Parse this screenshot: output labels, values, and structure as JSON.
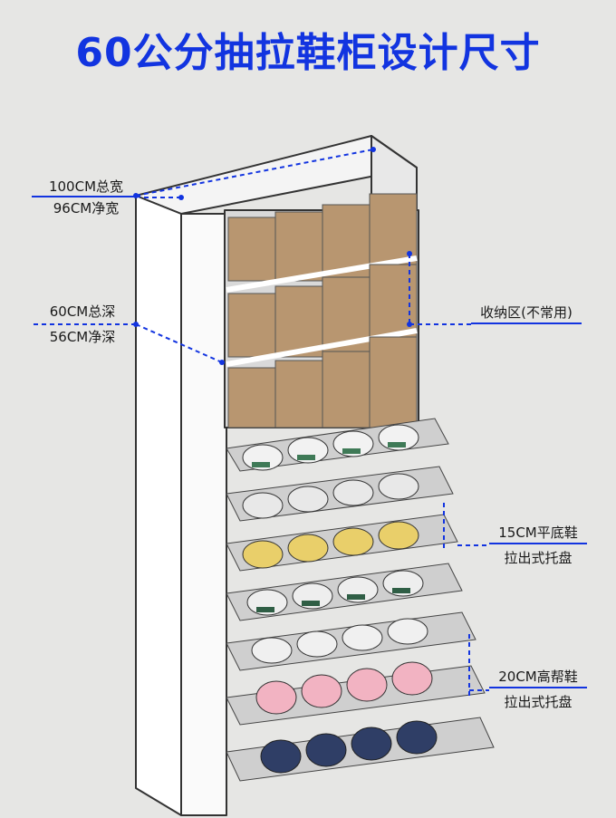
{
  "title": "60公分抽拉鞋柜设计尺寸",
  "labels": {
    "total_width": "100CM总宽",
    "net_width": "96CM净宽",
    "total_depth": "60CM总深",
    "net_depth": "56CM净深",
    "storage_zone": "收纳区(不常用)",
    "flat_shoes": "15CM平底鞋",
    "flat_tray": "拉出式托盘",
    "high_top": "20CM高帮鞋",
    "high_tray": "拉出式托盘"
  },
  "colors": {
    "accent": "#1234e0",
    "box": "#b89670",
    "cabinet": "#ffffff"
  }
}
